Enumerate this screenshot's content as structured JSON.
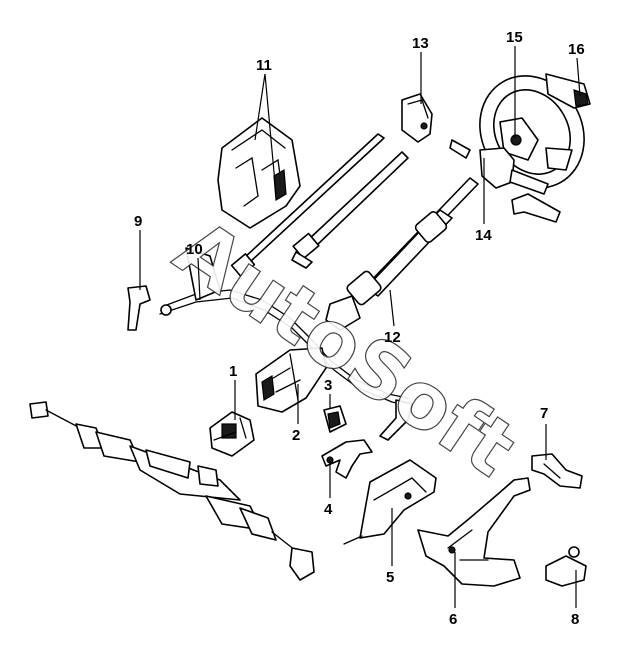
{
  "watermark": "AutoSoft",
  "callouts": {
    "p1": "1",
    "p2": "2",
    "p3": "3",
    "p4": "4",
    "p5": "5",
    "p6": "6",
    "p7": "7",
    "p8": "8",
    "p9": "9",
    "p10": "10",
    "p11": "11",
    "p12": "12",
    "p13": "13",
    "p14": "14",
    "p15": "15",
    "p16": "16"
  }
}
